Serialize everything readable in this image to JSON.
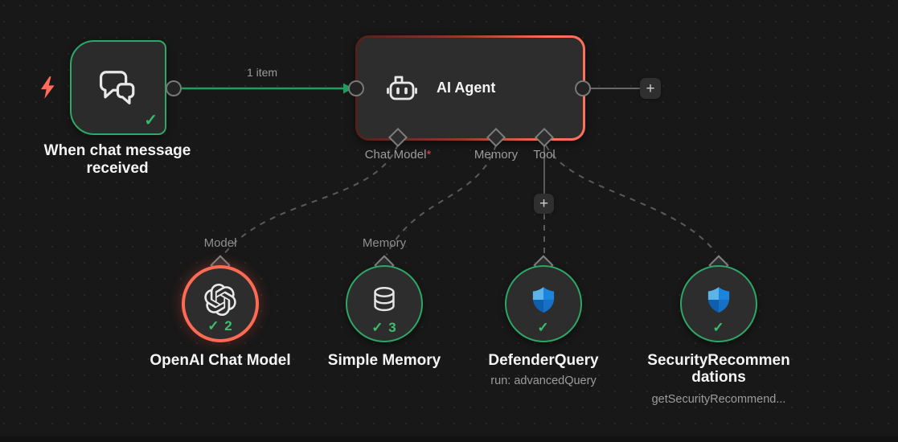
{
  "icons": {
    "plus_glyph": "+",
    "check_glyph": "✓"
  },
  "trigger": {
    "name": "When chat message received"
  },
  "main_connection": {
    "items_label": "1 item"
  },
  "agent": {
    "title": "AI Agent",
    "ports": {
      "chat_model": {
        "label": "Chat Model",
        "required_mark": "*"
      },
      "memory": {
        "label": "Memory"
      },
      "tool": {
        "label": "Tool"
      }
    }
  },
  "subnodes": {
    "model": {
      "port_label": "Model",
      "name": "OpenAI Chat Model",
      "runs": "2"
    },
    "memory": {
      "port_label": "Memory",
      "name": "Simple Memory",
      "runs": "3"
    },
    "tool1": {
      "name": "DefenderQuery",
      "subtitle": "run: advancedQuery"
    },
    "tool2": {
      "name": "SecurityRecommendations",
      "subtitle": "getSecurityRecommend..."
    }
  },
  "colors": {
    "canvas_bg": "#181818",
    "node_bg": "#2d2d2d",
    "success_green": "#2fa765",
    "connection_green": "#1d9e5f",
    "check_green": "#3cc06e",
    "selected_salmon": "#ff6a55",
    "label_gray": "#9c9c9c",
    "required_red": "#e5484d"
  }
}
